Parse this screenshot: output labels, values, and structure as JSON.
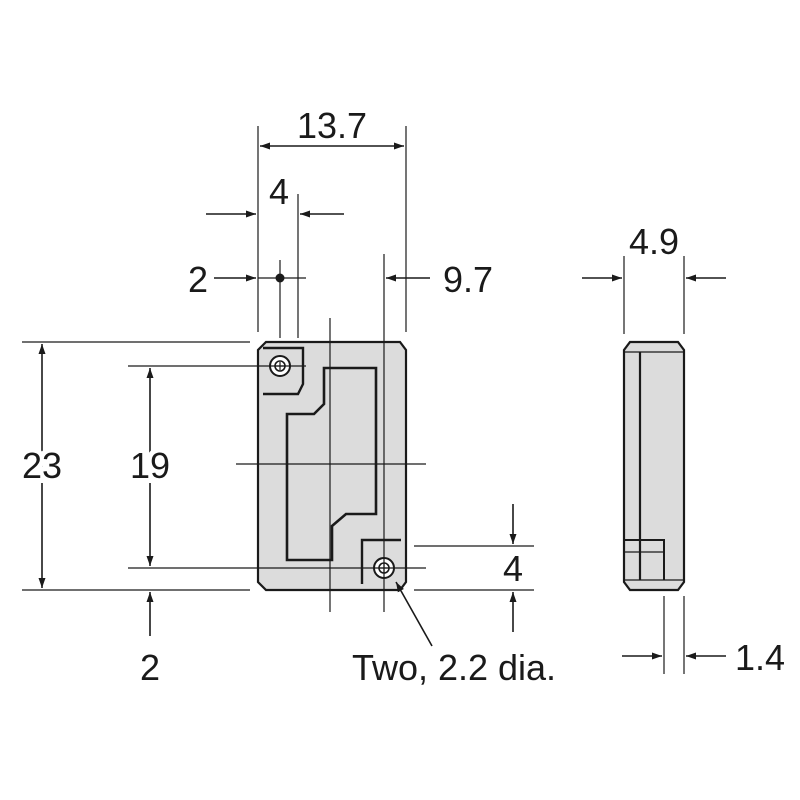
{
  "drawing": {
    "dimensions": {
      "overall_width": "13.7",
      "hole_offset_x": "4",
      "hole_edge_offset": "2",
      "second_hole_x": "9.7",
      "overall_height": "23",
      "hole_pitch_y": "19",
      "bottom_offset": "2",
      "hole_offset_y": "4",
      "thickness": "4.9",
      "side_step": "1.4"
    },
    "hole_note": "Two, 2.2 dia."
  }
}
